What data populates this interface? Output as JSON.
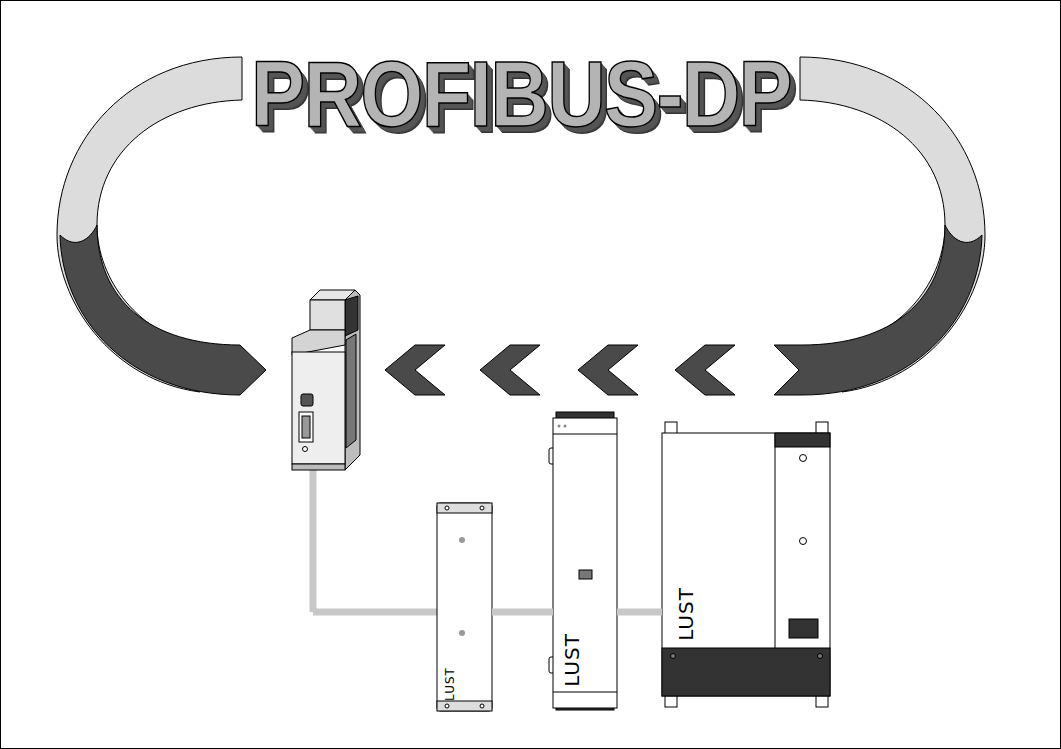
{
  "diagram": {
    "title": "PROFIBUS-DP",
    "nodes": [
      {
        "text": [
          "LUST"
        ]
      },
      {
        "text": [
          "LUST"
        ]
      },
      {
        "text": [
          "LUST"
        ]
      }
    ],
    "edges": [
      {
        "from": 0,
        "to": 1,
        "arrow": "none"
      },
      {
        "from": 1,
        "to": 2,
        "arrow": "none"
      }
    ]
  }
}
